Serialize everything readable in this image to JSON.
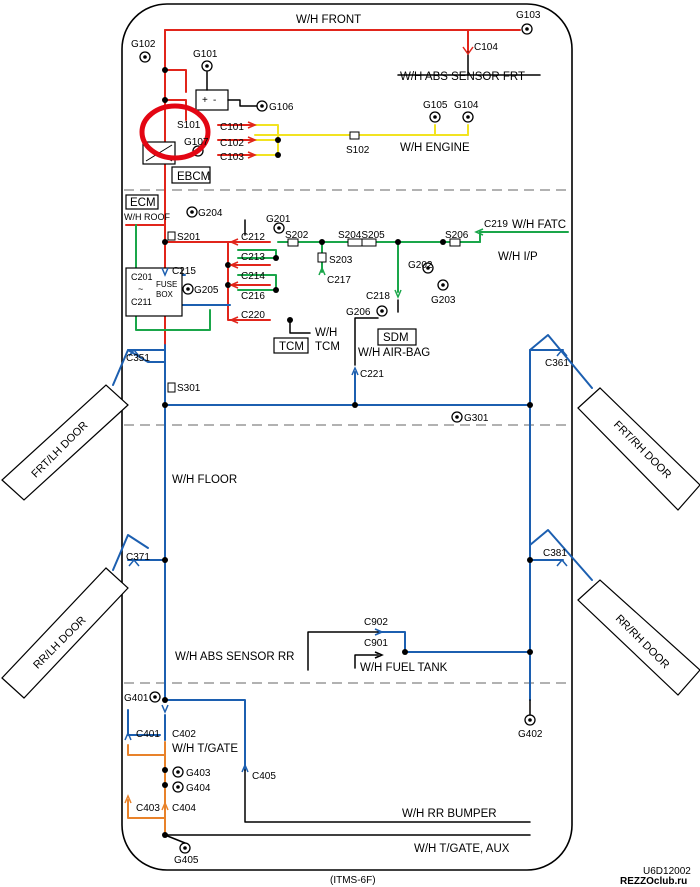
{
  "colors": {
    "red_wire": "#e1251b",
    "yellow_wire": "#f2e321",
    "green_wire": "#1aa64a",
    "blue_wire": "#1c5fb0",
    "orange_wire": "#e8822a",
    "highlight_circle": "#e30613"
  },
  "harness_labels": {
    "front": "W/H FRONT",
    "abs_sensor_frt": "W/H ABS SENSOR FRT",
    "engine": "W/H ENGINE",
    "roof": "W/H ROOF",
    "fatc": "W/H FATC",
    "ip": "W/H I/P",
    "tcm_wh": "W/H",
    "tcm_wh2": "TCM",
    "air_bag": "W/H AIR-BAG",
    "floor": "W/H FLOOR",
    "abs_sensor_rr": "W/H ABS SENSOR RR",
    "fuel_tank": "W/H FUEL TANK",
    "tgate": "W/H T/GATE",
    "rr_bumper": "W/H RR BUMPER",
    "tgate_aux": "W/H T/GATE, AUX"
  },
  "modules": {
    "ebcm": "EBCM",
    "ecm": "ECM",
    "tcm": "TCM",
    "sdm": "SDM",
    "fuse_box_1": "FUSE",
    "fuse_box_2": "BOX"
  },
  "doors": {
    "frt_lh": "FRT/LH DOOR",
    "frt_rh": "FRT/RH DOOR",
    "rr_lh": "RR/LH DOOR",
    "rr_rh": "RR/RH DOOR"
  },
  "connectors": {
    "c101": "C101",
    "c102": "C102",
    "c103": "C103",
    "c104": "C104",
    "c201": "C201",
    "c201_tilde": "~",
    "c211": "C211",
    "c212": "C212",
    "c213": "C213",
    "c214": "C214",
    "c215": "C215",
    "c216": "C216",
    "c217": "C217",
    "c218": "C218",
    "c219": "C219",
    "c220": "C220",
    "c221": "C221",
    "c351": "C351",
    "c361": "C361",
    "c371": "C371",
    "c381": "C381",
    "c401": "C401",
    "c402": "C402",
    "c403": "C403",
    "c404": "C404",
    "c405": "C405",
    "c901": "C901",
    "c902": "C902"
  },
  "splices": {
    "s101": "S101",
    "s102": "S102",
    "s201": "S201",
    "s202": "S202",
    "s203": "S203",
    "s204s205": "S204S205",
    "s206": "S206",
    "s301": "S301"
  },
  "grounds": {
    "g101": "G101",
    "g102": "G102",
    "g103": "G103",
    "g104": "G104",
    "g105": "G105",
    "g106": "G106",
    "g107": "G107",
    "g201": "G201",
    "g202": "G202",
    "g203": "G203",
    "g204": "G204",
    "g205": "G205",
    "g206": "G206",
    "g301": "G301",
    "g401": "G401",
    "g402": "G402",
    "g403": "G403",
    "g404": "G404",
    "g405": "G405"
  },
  "footer": {
    "caption": "(ITMS-6F)",
    "drawing_id": "U6D12002",
    "watermark": "REZZOclub.ru"
  }
}
